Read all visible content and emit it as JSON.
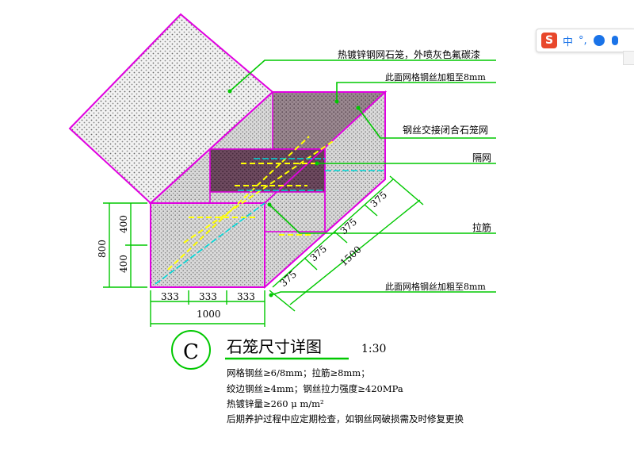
{
  "annotations": {
    "gabion": "热镀锌钢网石笼，外喷灰色氟碳漆",
    "top_mesh": "此面网格钢丝加粗至8mm",
    "closed_mesh": "钢丝交接闭合石笼网",
    "partition": "隔网",
    "tie_bar": "拉筋",
    "bottom_mesh": "此面网格钢丝加粗至8mm"
  },
  "dimensions": {
    "height_total": "800",
    "height_upper": "400",
    "height_lower": "400",
    "width_segments": [
      "333",
      "333",
      "333"
    ],
    "width_total": "1000",
    "depth_segments": [
      "375",
      "375",
      "375",
      "375"
    ],
    "depth_total": "1500"
  },
  "title": {
    "circle_letter": "C",
    "text": "石笼尺寸详图",
    "scale": "1:30"
  },
  "notes": [
    "网格钢丝≥6/8mm；拉筋≥8mm；",
    "绞边钢丝≥4mm；钢丝拉力强度≥420MPa",
    "热镀锌量≥260 μ m/m²",
    "后期养护过程中应定期检查，如钢丝网破损需及时修复更换"
  ],
  "ime_toolbar": {
    "logo": "S",
    "lang": "中",
    "punct": "°,"
  },
  "colors": {
    "outline": "#e000e0",
    "leader": "#00c800",
    "tie_bar": "#ffff00",
    "partition": "#00e0e0"
  }
}
